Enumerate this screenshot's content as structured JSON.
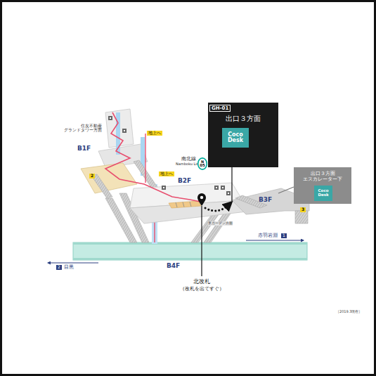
{
  "diagram": {
    "nodes": [
      {
        "text": [
          "GH-01",
          "出口３方面"
        ]
      },
      {
        "text": [
          "Coco Desk"
        ],
        "in": 0
      },
      {
        "text": [
          "出口３方面 エスカレーター下"
        ]
      },
      {
        "text": [
          "Coco Desk"
        ],
        "in": 2
      },
      {
        "text": [
          "N",
          "05"
        ]
      }
    ],
    "labels": [
      "住友不動産 グランドタワー方面",
      "B1F",
      "地上へ",
      "2",
      "地上へ",
      "南北線",
      "Namboku Line",
      "B2F",
      "泉ガーデン方面",
      "B3F",
      "3",
      "赤羽岩淵",
      "1",
      "2",
      "目黒",
      "B4F",
      "北改札",
      "（改札を出てすぐ）",
      "［2019.3現在］"
    ]
  }
}
